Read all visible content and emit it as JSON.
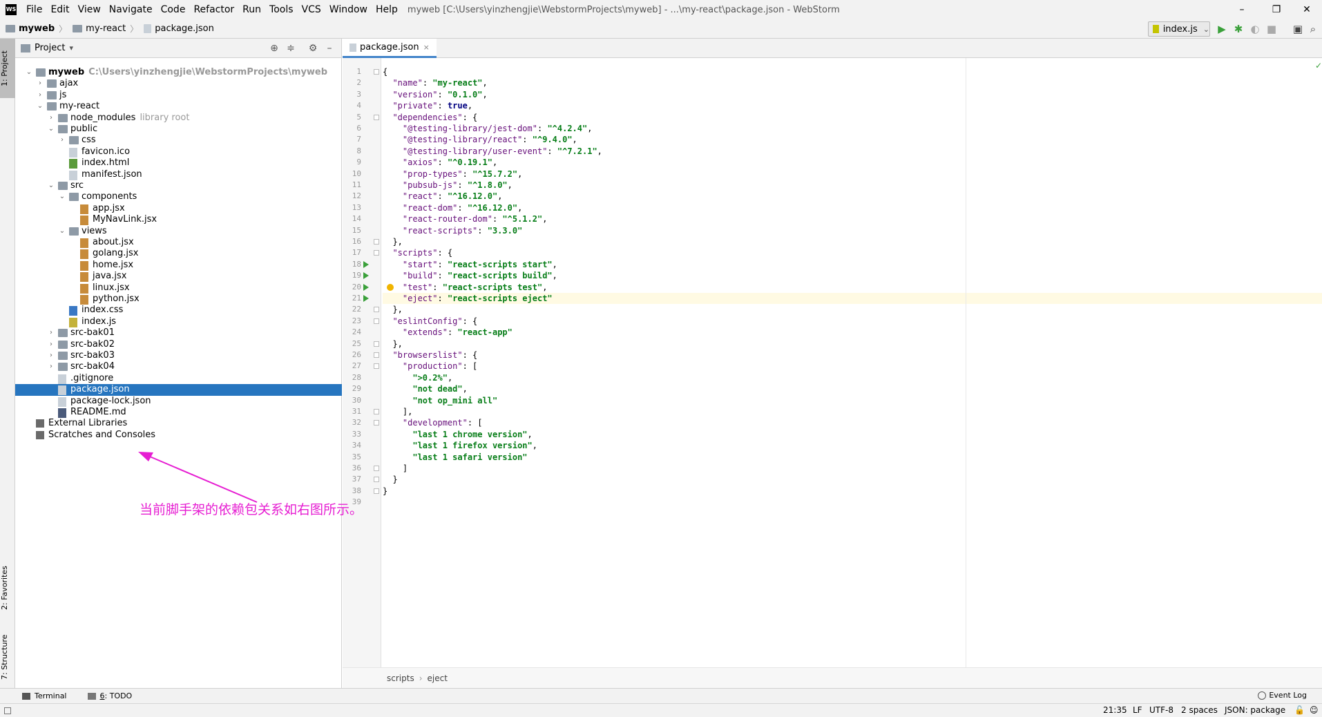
{
  "titlebar": {
    "logo": "WS",
    "menus": [
      "File",
      "Edit",
      "View",
      "Navigate",
      "Code",
      "Refactor",
      "Run",
      "Tools",
      "VCS",
      "Window",
      "Help"
    ],
    "window_title": "myweb [C:\\Users\\yinzhengjie\\WebstormProjects\\myweb] - ...\\my-react\\package.json - WebStorm",
    "minimize": "–",
    "maximize": "❐",
    "close": "✕"
  },
  "navbar": {
    "crumbs": [
      "myweb",
      "my-react",
      "package.json"
    ],
    "run_config": "index.js",
    "run_config_arrow": "⌄"
  },
  "left_strip": {
    "project": "1: Project",
    "favorites": "2: Favorites",
    "structure": "7: Structure"
  },
  "project_panel": {
    "title": "Project",
    "title_arrow": "▾"
  },
  "tree": [
    {
      "label": "myweb",
      "muted": "C:\\Users\\yinzhengjie\\WebstormProjects\\myweb",
      "depth": 0,
      "arrow": "⌄",
      "icon": "folder",
      "bold": true
    },
    {
      "label": "ajax",
      "depth": 1,
      "arrow": "›",
      "icon": "folder"
    },
    {
      "label": "js",
      "depth": 1,
      "arrow": "›",
      "icon": "folder"
    },
    {
      "label": "my-react",
      "depth": 1,
      "arrow": "⌄",
      "icon": "folder"
    },
    {
      "label": "node_modules",
      "muted": "library root",
      "depth": 2,
      "arrow": "›",
      "icon": "folder"
    },
    {
      "label": "public",
      "depth": 2,
      "arrow": "⌄",
      "icon": "folder"
    },
    {
      "label": "css",
      "depth": 3,
      "arrow": "›",
      "icon": "folder"
    },
    {
      "label": "favicon.ico",
      "depth": 3,
      "arrow": "",
      "icon": "file"
    },
    {
      "label": "index.html",
      "depth": 3,
      "arrow": "",
      "icon": "html"
    },
    {
      "label": "manifest.json",
      "depth": 3,
      "arrow": "",
      "icon": "file"
    },
    {
      "label": "src",
      "depth": 2,
      "arrow": "⌄",
      "icon": "folder"
    },
    {
      "label": "components",
      "depth": 3,
      "arrow": "⌄",
      "icon": "folder"
    },
    {
      "label": "app.jsx",
      "depth": 4,
      "arrow": "",
      "icon": "jsx"
    },
    {
      "label": "MyNavLink.jsx",
      "depth": 4,
      "arrow": "",
      "icon": "jsx"
    },
    {
      "label": "views",
      "depth": 3,
      "arrow": "⌄",
      "icon": "folder"
    },
    {
      "label": "about.jsx",
      "depth": 4,
      "arrow": "",
      "icon": "jsx"
    },
    {
      "label": "golang.jsx",
      "depth": 4,
      "arrow": "",
      "icon": "jsx"
    },
    {
      "label": "home.jsx",
      "depth": 4,
      "arrow": "",
      "icon": "jsx"
    },
    {
      "label": "java.jsx",
      "depth": 4,
      "arrow": "",
      "icon": "jsx"
    },
    {
      "label": "linux.jsx",
      "depth": 4,
      "arrow": "",
      "icon": "jsx"
    },
    {
      "label": "python.jsx",
      "depth": 4,
      "arrow": "",
      "icon": "jsx"
    },
    {
      "label": "index.css",
      "depth": 3,
      "arrow": "",
      "icon": "css"
    },
    {
      "label": "index.js",
      "depth": 3,
      "arrow": "",
      "icon": "js"
    },
    {
      "label": "src-bak01",
      "depth": 2,
      "arrow": "›",
      "icon": "folder"
    },
    {
      "label": "src-bak02",
      "depth": 2,
      "arrow": "›",
      "icon": "folder"
    },
    {
      "label": "src-bak03",
      "depth": 2,
      "arrow": "›",
      "icon": "folder"
    },
    {
      "label": "src-bak04",
      "depth": 2,
      "arrow": "›",
      "icon": "folder"
    },
    {
      "label": ".gitignore",
      "depth": 2,
      "arrow": "",
      "icon": "file"
    },
    {
      "label": "package.json",
      "depth": 2,
      "arrow": "",
      "icon": "file",
      "selected": true
    },
    {
      "label": "package-lock.json",
      "depth": 2,
      "arrow": "",
      "icon": "file"
    },
    {
      "label": "README.md",
      "depth": 2,
      "arrow": "",
      "icon": "md"
    },
    {
      "label": "External Libraries",
      "depth": 0,
      "arrow": "",
      "icon": "lib"
    },
    {
      "label": "Scratches and Consoles",
      "depth": 0,
      "arrow": "",
      "icon": "lib"
    }
  ],
  "annotation": {
    "text": "当前脚手架的依赖包关系如右图所示。",
    "color": "#e61ed2"
  },
  "editor": {
    "tab": "package.json",
    "tab_close": "×",
    "current_line": 21,
    "run_lines": [
      18,
      19,
      20,
      21
    ],
    "fold_lines": [
      1,
      5,
      16,
      17,
      22,
      23,
      25,
      26,
      27,
      31,
      32,
      36,
      37,
      38
    ],
    "bulb_line": 20,
    "lines": [
      [
        [
          "p",
          "{"
        ]
      ],
      [
        [
          "p",
          "  "
        ],
        [
          "k",
          "\"name\""
        ],
        [
          "p",
          ": "
        ],
        [
          "s",
          "\"my-react\""
        ],
        [
          "p",
          ","
        ]
      ],
      [
        [
          "p",
          "  "
        ],
        [
          "k",
          "\"version\""
        ],
        [
          "p",
          ": "
        ],
        [
          "s",
          "\"0.1.0\""
        ],
        [
          "p",
          ","
        ]
      ],
      [
        [
          "p",
          "  "
        ],
        [
          "k",
          "\"private\""
        ],
        [
          "p",
          ": "
        ],
        [
          "kw",
          "true"
        ],
        [
          "p",
          ","
        ]
      ],
      [
        [
          "p",
          "  "
        ],
        [
          "k",
          "\"dependencies\""
        ],
        [
          "p",
          ": {"
        ]
      ],
      [
        [
          "p",
          "    "
        ],
        [
          "k",
          "\"@testing-library/jest-dom\""
        ],
        [
          "p",
          ": "
        ],
        [
          "s",
          "\"^4.2.4\""
        ],
        [
          "p",
          ","
        ]
      ],
      [
        [
          "p",
          "    "
        ],
        [
          "k",
          "\"@testing-library/react\""
        ],
        [
          "p",
          ": "
        ],
        [
          "s",
          "\"^9.4.0\""
        ],
        [
          "p",
          ","
        ]
      ],
      [
        [
          "p",
          "    "
        ],
        [
          "k",
          "\"@testing-library/user-event\""
        ],
        [
          "p",
          ": "
        ],
        [
          "s",
          "\"^7.2.1\""
        ],
        [
          "p",
          ","
        ]
      ],
      [
        [
          "p",
          "    "
        ],
        [
          "k",
          "\"axios\""
        ],
        [
          "p",
          ": "
        ],
        [
          "s",
          "\"^0.19.1\""
        ],
        [
          "p",
          ","
        ]
      ],
      [
        [
          "p",
          "    "
        ],
        [
          "k",
          "\"prop-types\""
        ],
        [
          "p",
          ": "
        ],
        [
          "s",
          "\"^15.7.2\""
        ],
        [
          "p",
          ","
        ]
      ],
      [
        [
          "p",
          "    "
        ],
        [
          "k",
          "\"pubsub-js\""
        ],
        [
          "p",
          ": "
        ],
        [
          "s",
          "\"^1.8.0\""
        ],
        [
          "p",
          ","
        ]
      ],
      [
        [
          "p",
          "    "
        ],
        [
          "k",
          "\"react\""
        ],
        [
          "p",
          ": "
        ],
        [
          "s",
          "\"^16.12.0\""
        ],
        [
          "p",
          ","
        ]
      ],
      [
        [
          "p",
          "    "
        ],
        [
          "k",
          "\"react-dom\""
        ],
        [
          "p",
          ": "
        ],
        [
          "s",
          "\"^16.12.0\""
        ],
        [
          "p",
          ","
        ]
      ],
      [
        [
          "p",
          "    "
        ],
        [
          "k",
          "\"react-router-dom\""
        ],
        [
          "p",
          ": "
        ],
        [
          "s",
          "\"^5.1.2\""
        ],
        [
          "p",
          ","
        ]
      ],
      [
        [
          "p",
          "    "
        ],
        [
          "k",
          "\"react-scripts\""
        ],
        [
          "p",
          ": "
        ],
        [
          "s",
          "\"3.3.0\""
        ]
      ],
      [
        [
          "p",
          "  },"
        ]
      ],
      [
        [
          "p",
          "  "
        ],
        [
          "k",
          "\"scripts\""
        ],
        [
          "p",
          ": {"
        ]
      ],
      [
        [
          "p",
          "    "
        ],
        [
          "k",
          "\"start\""
        ],
        [
          "p",
          ": "
        ],
        [
          "s",
          "\"react-scripts start\""
        ],
        [
          "p",
          ","
        ]
      ],
      [
        [
          "p",
          "    "
        ],
        [
          "k",
          "\"build\""
        ],
        [
          "p",
          ": "
        ],
        [
          "s",
          "\"react-scripts build\""
        ],
        [
          "p",
          ","
        ]
      ],
      [
        [
          "p",
          "    "
        ],
        [
          "k",
          "\"test\""
        ],
        [
          "p",
          ": "
        ],
        [
          "s",
          "\"react-scripts test\""
        ],
        [
          "p",
          ","
        ]
      ],
      [
        [
          "p",
          "    "
        ],
        [
          "k",
          "\"eject\""
        ],
        [
          "p",
          ": "
        ],
        [
          "s",
          "\"react-scripts eject\""
        ]
      ],
      [
        [
          "p",
          "  },"
        ]
      ],
      [
        [
          "p",
          "  "
        ],
        [
          "k",
          "\"eslintConfig\""
        ],
        [
          "p",
          ": {"
        ]
      ],
      [
        [
          "p",
          "    "
        ],
        [
          "k",
          "\"extends\""
        ],
        [
          "p",
          ": "
        ],
        [
          "s",
          "\"react-app\""
        ]
      ],
      [
        [
          "p",
          "  },"
        ]
      ],
      [
        [
          "p",
          "  "
        ],
        [
          "k",
          "\"browserslist\""
        ],
        [
          "p",
          ": {"
        ]
      ],
      [
        [
          "p",
          "    "
        ],
        [
          "k",
          "\"production\""
        ],
        [
          "p",
          ": ["
        ]
      ],
      [
        [
          "p",
          "      "
        ],
        [
          "s",
          "\">0.2%\""
        ],
        [
          "p",
          ","
        ]
      ],
      [
        [
          "p",
          "      "
        ],
        [
          "s",
          "\"not dead\""
        ],
        [
          "p",
          ","
        ]
      ],
      [
        [
          "p",
          "      "
        ],
        [
          "s",
          "\"not op_mini all\""
        ]
      ],
      [
        [
          "p",
          "    ],"
        ]
      ],
      [
        [
          "p",
          "    "
        ],
        [
          "k",
          "\"development\""
        ],
        [
          "p",
          ": ["
        ]
      ],
      [
        [
          "p",
          "      "
        ],
        [
          "s",
          "\"last 1 chrome version\""
        ],
        [
          "p",
          ","
        ]
      ],
      [
        [
          "p",
          "      "
        ],
        [
          "s",
          "\"last 1 firefox version\""
        ],
        [
          "p",
          ","
        ]
      ],
      [
        [
          "p",
          "      "
        ],
        [
          "s",
          "\"last 1 safari version\""
        ]
      ],
      [
        [
          "p",
          "    ]"
        ]
      ],
      [
        [
          "p",
          "  }"
        ]
      ],
      [
        [
          "p",
          "}"
        ]
      ],
      [
        [
          "p",
          ""
        ]
      ]
    ],
    "breadcrumb": [
      "scripts",
      "eject"
    ],
    "check": "✓"
  },
  "bottom_tools": {
    "terminal": "Terminal",
    "todo_prefix": "6",
    "todo": ": TODO",
    "event_log": "Event Log"
  },
  "statusbar": {
    "position": "21:35",
    "line_sep": "LF",
    "encoding": "UTF-8",
    "indent": "2 spaces",
    "schema": "JSON: package"
  }
}
